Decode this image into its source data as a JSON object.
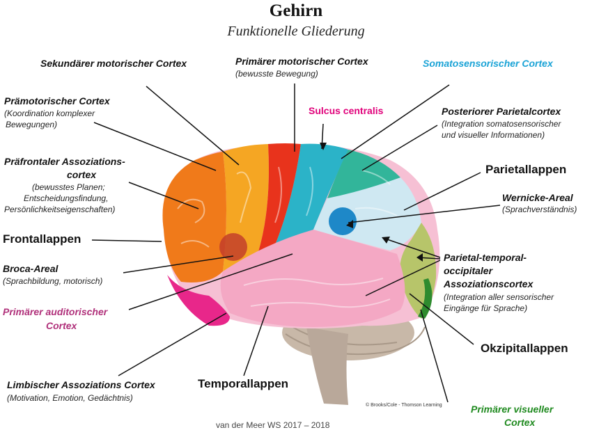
{
  "title": "Gehirn",
  "subtitle": "Funktionelle Gliederung",
  "labels": {
    "sek_motor": "Sekundärer motorischer Cortex",
    "prim_motor": "Primärer motorischer Cortex",
    "prim_motor_sub": "(bewusste Bewegung)",
    "somato": "Somatosensorischer Cortex",
    "praemotor": "Prämotorischer Cortex",
    "praemotor_sub1": "(Koordination komplexer",
    "praemotor_sub2": "Bewegungen)",
    "sulcus": "Sulcus centralis",
    "post_parietal": "Posteriorer Parietalcortex",
    "post_parietal_sub1": "(Integration somatosensorischer",
    "post_parietal_sub2": "und visueller Informationen)",
    "praefrontal1": "Präfrontaler Assoziations-",
    "praefrontal2": "cortex",
    "praefrontal_sub1": "(bewusstes Planen;",
    "praefrontal_sub2": "Entscheidungsfindung,",
    "praefrontal_sub3": "Persönlichkeitseigenschaften)",
    "parietallappen": "Parietallappen",
    "wernicke": "Wernicke-Areal",
    "wernicke_sub": "(Sprachverständnis)",
    "frontallappen": "Frontallappen",
    "broca": "Broca-Areal",
    "broca_sub": "(Sprachbildung, motorisch)",
    "pto1": "Parietal-temporal-",
    "pto2": "occipitaler",
    "pto3": "Assoziationscortex",
    "pto_sub1": "(Integration aller sensorischer",
    "pto_sub2": "Eingänge für Sprache)",
    "auditory1": "Primärer auditorischer",
    "auditory2": "Cortex",
    "okzipital": "Okzipitallappen",
    "limbic": "Limbischer Assoziations Cortex",
    "limbic_sub": "(Motivation, Emotion, Gedächtnis)",
    "temporal": "Temporallappen",
    "visual1": "Primärer visueller",
    "visual2": "Cortex"
  },
  "credit": "© Brooks/Cole - Thomson Learning",
  "footer": "van der Meer WS 2017 – 2018",
  "colors": {
    "somato": "#1aa3d6",
    "sulcus": "#e0007a",
    "auditory": "#b0307a",
    "visual": "#1f8a1f",
    "frontal": "#f28a1e",
    "prefrontal": "#f07a1a",
    "motor_secondary": "#f5a623",
    "motor_primary": "#e8331c",
    "somatosensory_region": "#2bb3c8",
    "post_parietal_region": "#32b59a",
    "wernicke_region": "#1e88c8",
    "temporal_region": "#f4a8c4",
    "occipital_region": "#b7c56a",
    "limbic_region": "#e8278a"
  }
}
